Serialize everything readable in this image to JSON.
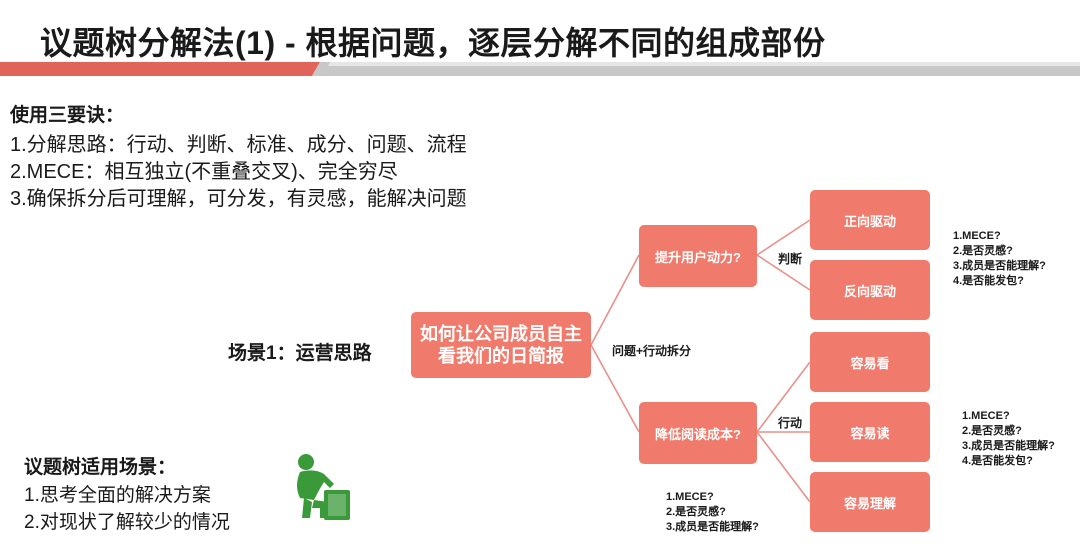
{
  "title": "议题树分解法(1) - 根据问题，逐层分解不同的组成部份",
  "rules": {
    "heading": "使用三要诀：",
    "items": [
      "1.分解思路：行动、判断、标准、成分、问题、流程",
      "2.MECE：相互独立(不重叠交叉)、完全穷尽",
      "3.确保拆分后可理解，可分发，有灵感，能解决问题"
    ]
  },
  "scene_label": "场景1：运营思路",
  "tree": {
    "root": "如何让公司成员自主看我们的日简报",
    "root_edge_label": "问题+行动拆分",
    "branch_top": {
      "label": "提升用户动力?",
      "edge_label": "判断",
      "leaves": [
        "正向驱动",
        "反向驱动"
      ],
      "notes": [
        "1.MECE?",
        "2.是否灵感?",
        "3.成员是否能理解?",
        "4.是否能发包?"
      ]
    },
    "branch_bottom": {
      "label": "降低阅读成本?",
      "edge_label": "行动",
      "leaves": [
        "容易看",
        "容易读",
        "容易理解"
      ],
      "notes": [
        "1.MECE?",
        "2.是否灵感?",
        "3.成员是否能理解?",
        "4.是否能发包?"
      ]
    },
    "bottom_notes": [
      "1.MECE?",
      "2.是否灵感?",
      "3.成员是否能理解?"
    ]
  },
  "applicability": {
    "heading": "议题树适用场景：",
    "items": [
      "1.思考全面的解决方案",
      "2.对现状了解较少的情况"
    ]
  },
  "colors": {
    "node": "#f07a6b",
    "connector": "#e8908a",
    "band_gray": "#bdbdbd",
    "band_accent": "#e0645a",
    "icon": "#3a9a3a"
  },
  "icons": [
    "thinker-icon"
  ]
}
